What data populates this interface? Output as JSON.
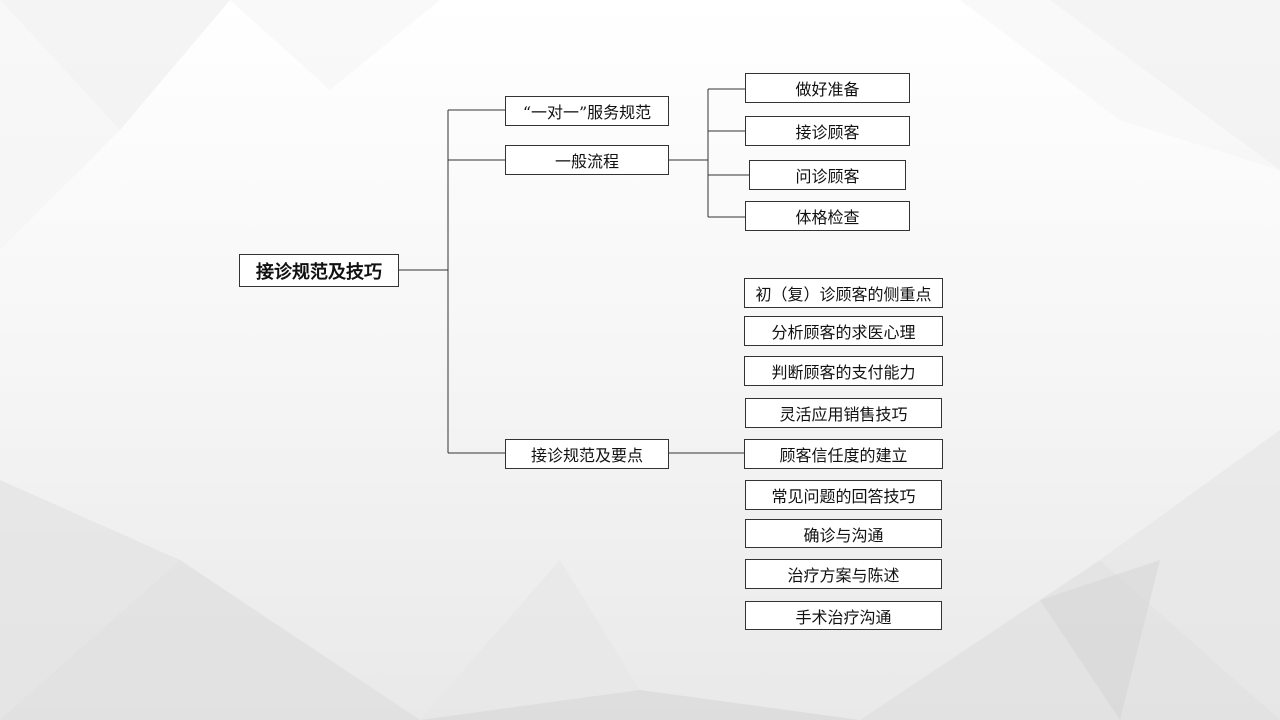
{
  "diagram": {
    "root": {
      "label": "接诊规范及技巧"
    },
    "branches": [
      {
        "label": "“一对一”服务规范"
      },
      {
        "label": "一般流程"
      },
      {
        "label": "接诊规范及要点"
      }
    ],
    "process_steps": [
      {
        "label": "做好准备"
      },
      {
        "label": "接诊顾客"
      },
      {
        "label": "问诊顾客"
      },
      {
        "label": "体格检查"
      }
    ],
    "key_points": [
      {
        "label": "初（复）诊顾客的侧重点"
      },
      {
        "label": "分析顾客的求医心理"
      },
      {
        "label": "判断顾客的支付能力"
      },
      {
        "label": "灵活应用销售技巧"
      },
      {
        "label": "顾客信任度的建立"
      },
      {
        "label": "常见问题的回答技巧"
      },
      {
        "label": "确诊与沟通"
      },
      {
        "label": "治疗方案与陈述"
      },
      {
        "label": "手术治疗沟通"
      }
    ],
    "colors": {
      "line": "#333333",
      "box_border": "#333333",
      "box_fill": "#ffffff"
    }
  }
}
